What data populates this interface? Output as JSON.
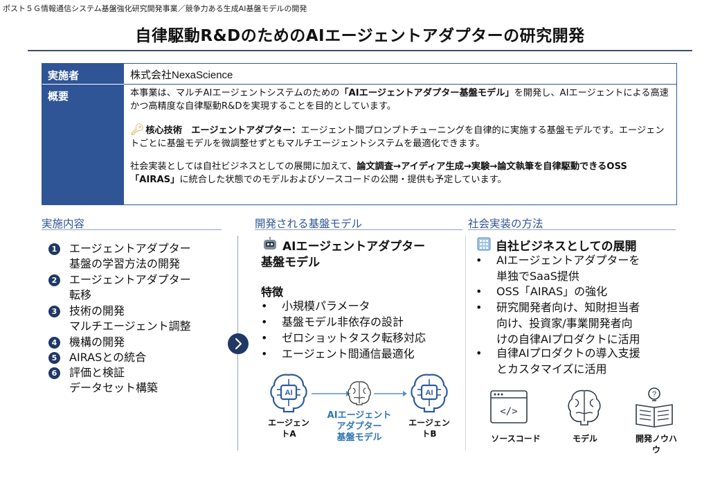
{
  "header": {
    "program_label": "ポスト５Ｇ情報通信システム基盤強化研究開発事業／競争力ある生成AI基盤モデルの開発",
    "title": "自律駆動R&DのためのAIエージェントアダプターの研究開発"
  },
  "info": {
    "implementer_label": "実施者",
    "implementer_value": "株式会社NexaScience",
    "summary_label": "概要",
    "p1_pre": "本事業は、マルチAIエージェントシステムのための",
    "p1_bold": "「AIエージェントアダプター基盤モデル」",
    "p1_post": "を開発し、AIエージェントによる高速かつ高精度な自律駆動R&Dを実現することを目的としています。",
    "p2_bold": "核心技術　エージェントアダプター：",
    "p2_post": "エージェント間プロンプトチューニングを自律的に実施する基盤モデルです。エージェントごとに基盤モデルを微調整せずともマルチエージェントシステムを最適化できます。",
    "p3_pre": "社会実装としては自社ビジネスとしての展開に加えて、",
    "p3_bold": "論文調査→アイディア生成→実験→論文執筆を自律駆動できるOSS「AIRAS」",
    "p3_post": "に統合した状態でのモデルおよびソースコードの公開・提供も予定しています。"
  },
  "sections": {
    "left_title": "実施内容",
    "middle_title": "開発される基盤モデル",
    "right_title": "社会実装の方法"
  },
  "left_items": [
    {
      "num": "1",
      "line1": "エージェントアダプター",
      "line2": "基盤の学習方法の開発"
    },
    {
      "num": "2",
      "line1": "エージェントアダプター",
      "line2": "転移"
    },
    {
      "num": "3",
      "line1": "技術の開発",
      "line2": "マルチエージェント調整"
    },
    {
      "num": "4",
      "line1": "機構の開発",
      "line2": ""
    },
    {
      "num": "5",
      "line1": "AIRASとの統合",
      "line2": ""
    },
    {
      "num": "6",
      "line1": "評価と検証",
      "line2": "データセット構築"
    }
  ],
  "middle": {
    "heading_line1": "AIエージェントアダプター",
    "heading_line2": "基盤モデル",
    "features_label": "特徴",
    "features": [
      "小規模パラメータ",
      "基盤モデル非依存の設計",
      "ゼロショットタスク転移対応",
      "エージェント間通信最適化"
    ],
    "agent_a_l1": "エージェン",
    "agent_a_l2": "トA",
    "agent_b_l1": "エージェン",
    "agent_b_l2": "トB",
    "adapter_l1": "AIエージェント",
    "adapter_l2": "アダプター",
    "adapter_l3": "基盤モデル",
    "ai_text": "AI"
  },
  "right": {
    "heading": "自社ビジネスとしての展開",
    "bullets": [
      [
        "AIエージェントアダプターを",
        "単独でSaaS提供"
      ],
      [
        "OSS「AIRAS」の強化"
      ],
      [
        "研究開発者向け、知財担当者",
        "向け、投資家/事業開発者向",
        "けの自律AIプロダクトに活用"
      ],
      [
        "自律AIプロダクトの導入支援",
        "とカスタマイズに活用"
      ]
    ],
    "icon1_label": "ソースコード",
    "icon2_label": "モデル",
    "icon3_label_l1": "開発ノウハ",
    "icon3_label_l2": "ウ",
    "code_glyph": "</>"
  },
  "colors": {
    "navy": "#2f5597",
    "dark_navy": "#1f3864",
    "accent_blue": "#2e75b6"
  }
}
